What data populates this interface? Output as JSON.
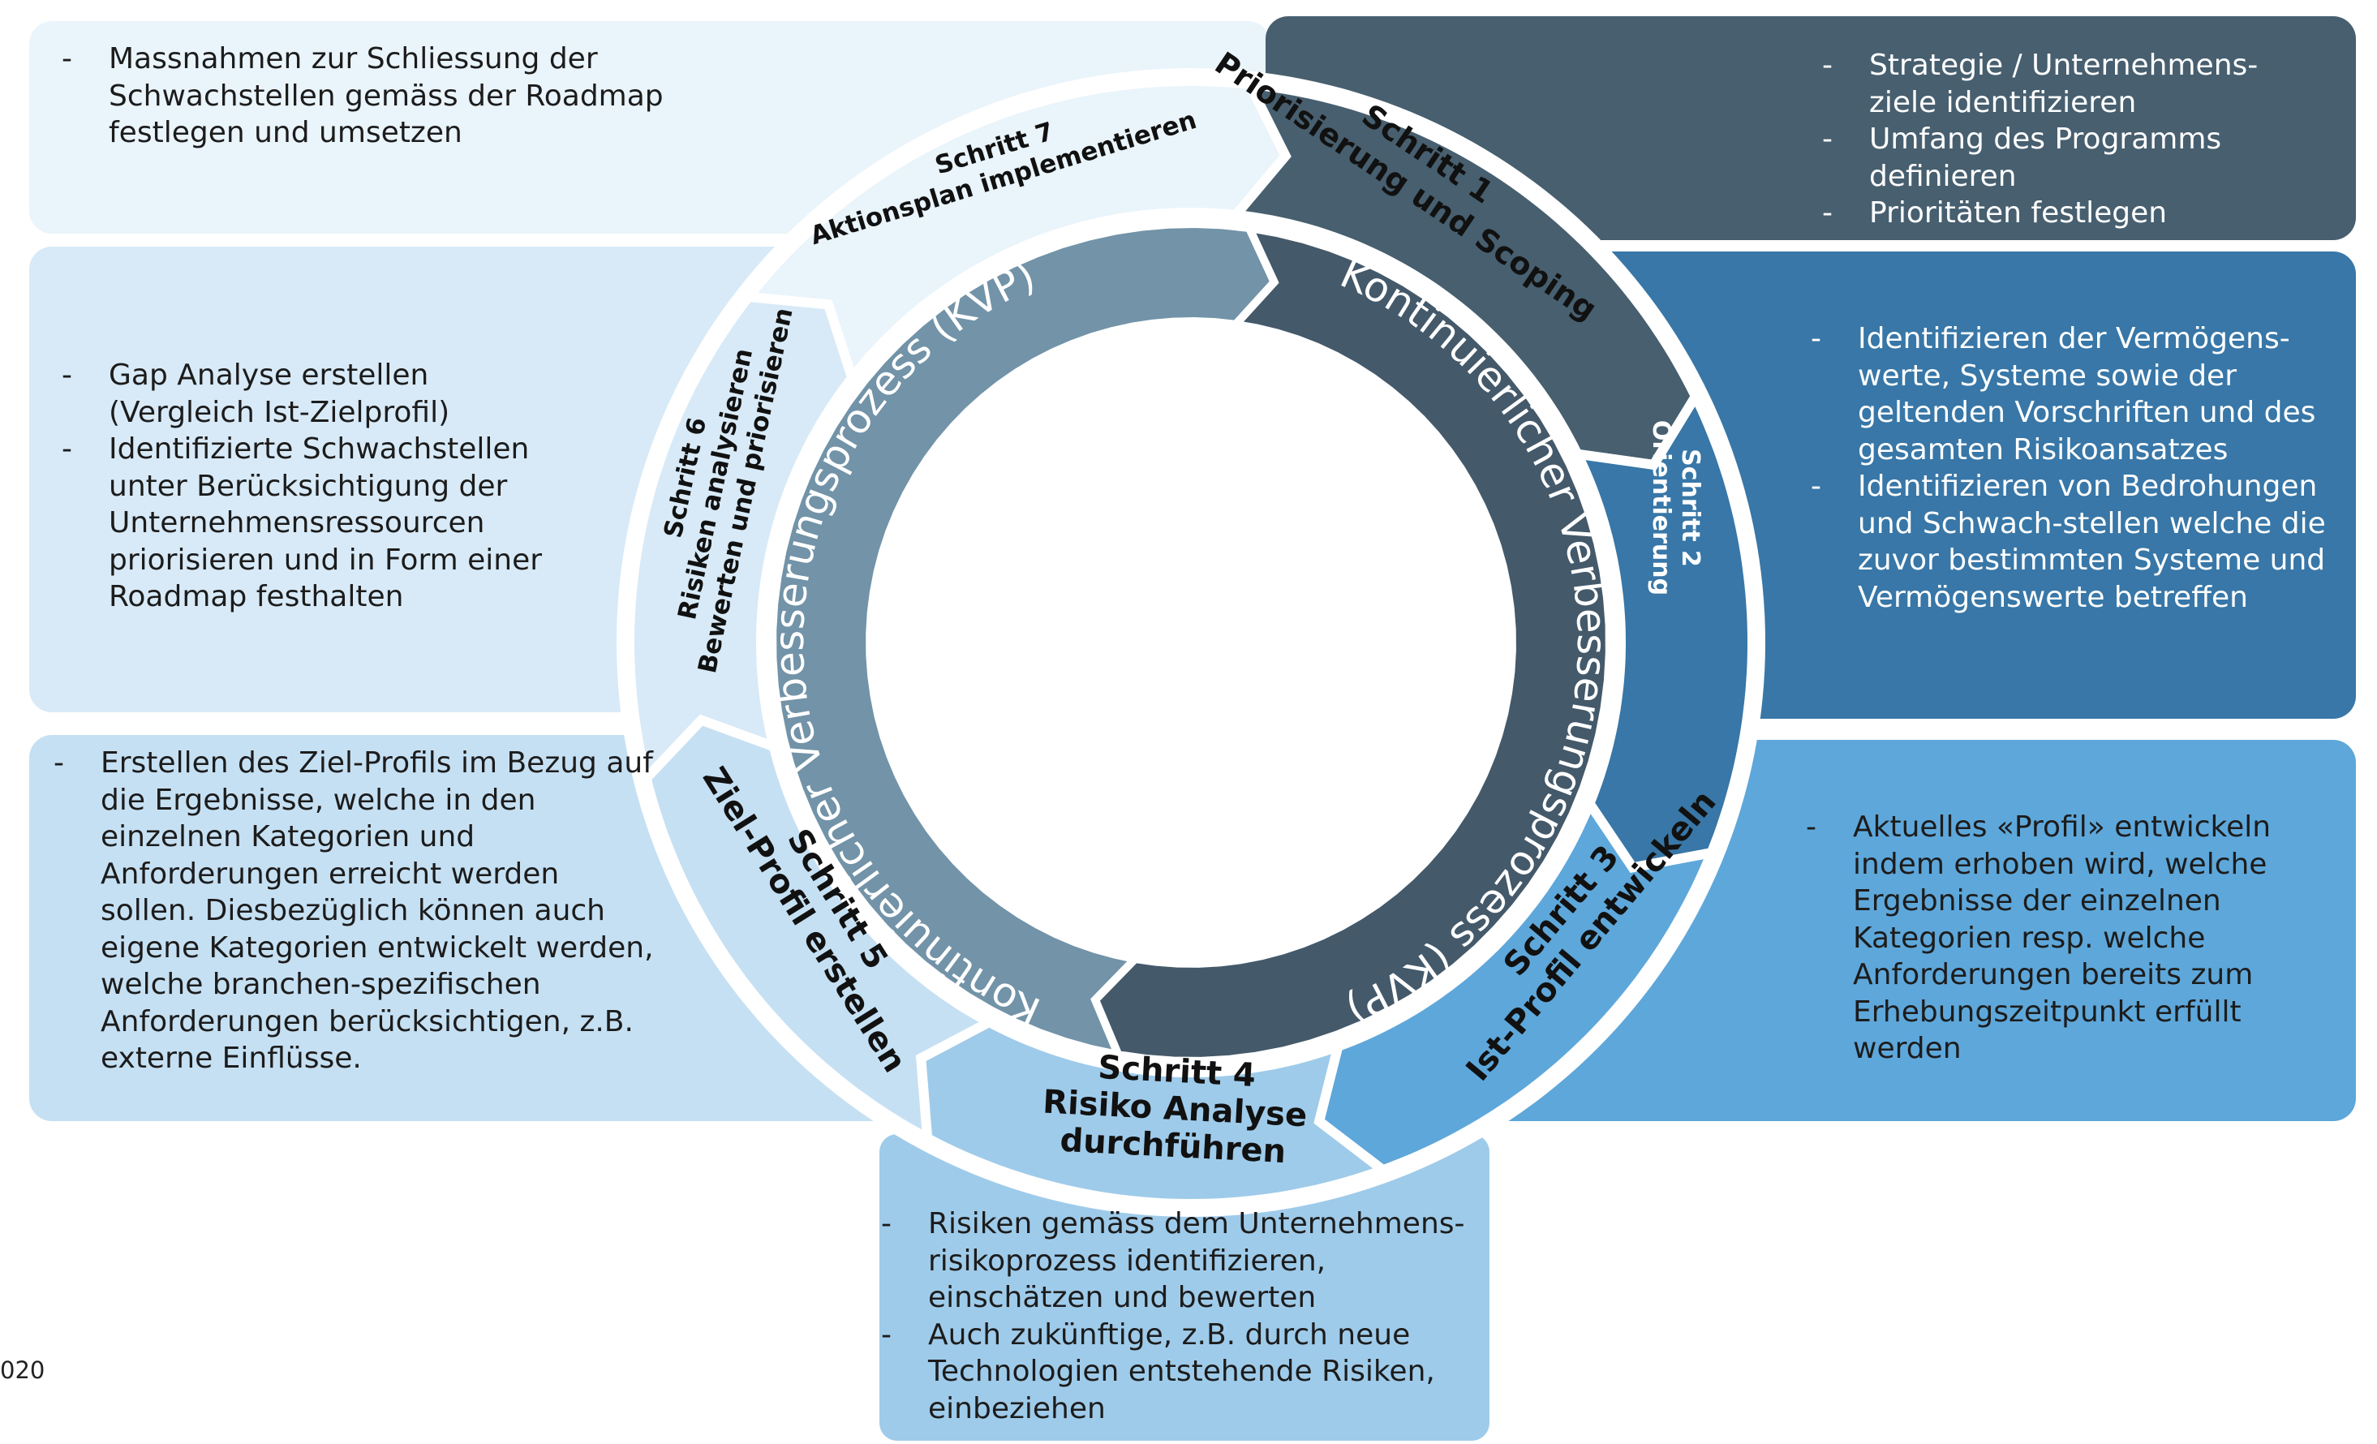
{
  "colors": {
    "step1": "#475f6f",
    "step2": "#3877a7",
    "step3": "#5ea7da",
    "step4": "#9fcbea",
    "step5": "#c6e0f3",
    "step6": "#d8eaf7",
    "step7": "#eaf4fb",
    "kvp_dark": "#44596a",
    "kvp_light": "#7293a8"
  },
  "corner_text": "020",
  "inner_ring": {
    "label_right": "Kontinuierlicher Verbesserungsprozess (KVP)",
    "label_left": "Kontinuierlicher Verbesserungsprozess (KVP)"
  },
  "steps": [
    {
      "id": "step1",
      "title": "Schritt 1",
      "subtitle": "Priorisierung und Scoping",
      "items": [
        "Strategie / Unternehmens-ziele identifizieren",
        "Umfang des Programms definieren",
        "Prioritäten festlegen"
      ]
    },
    {
      "id": "step2",
      "title": "Schritt 2",
      "subtitle": "Orientierung",
      "items": [
        "Identifizieren der Vermögens-werte, Systeme sowie der geltenden Vorschriften und des gesamten Risikoansatzes",
        "Identifizieren von Bedrohungen und Schwach-stellen welche die zuvor bestimmten Systeme und Vermögenswerte betreffen"
      ]
    },
    {
      "id": "step3",
      "title": "Schritt 3",
      "subtitle": "Ist-Profil entwickeln",
      "items": [
        "Aktuelles «Profil» entwickeln indem erhoben wird, welche Ergebnisse der einzelnen Kategorien resp. welche Anforderungen bereits zum Erhebungszeitpunkt erfüllt werden"
      ]
    },
    {
      "id": "step4",
      "title": "Schritt 4",
      "subtitle": "Risiko Analyse",
      "subtitle2": "durchführen",
      "items": [
        "Risiken gemäss dem Unternehmens-risikoprozess identifizieren, einschätzen und bewerten",
        "Auch zukünftige, z.B. durch neue Technologien entstehende Risiken, einbeziehen"
      ]
    },
    {
      "id": "step5",
      "title": "Schritt 5",
      "subtitle": "Ziel-Profil erstellen",
      "items": [
        "Erstellen des Ziel-Profils im Bezug auf die Ergebnisse, welche in den einzelnen Kategorien und Anforderungen erreicht werden sollen. Diesbezüglich können auch eigene Kategorien entwickelt werden, welche branchen-spezifischen Anforderungen berücksichtigen, z.B. externe Einflüsse."
      ]
    },
    {
      "id": "step6",
      "title": "Schritt 6",
      "subtitle": "Risiken analysieren",
      "subtitle2": "Bewerten und priorisieren",
      "items": [
        "Gap Analyse erstellen (Vergleich Ist-Zielprofil)",
        "Identifizierte Schwachstellen unter Berücksichtigung der Unternehmensressourcen priorisieren und in Form einer Roadmap festhalten"
      ]
    },
    {
      "id": "step7",
      "title": "Schritt 7",
      "subtitle": "Aktionsplan implementieren",
      "items": [
        "Massnahmen zur Schliessung der Schwachstellen gemäss der Roadmap festlegen und umsetzen"
      ]
    }
  ]
}
